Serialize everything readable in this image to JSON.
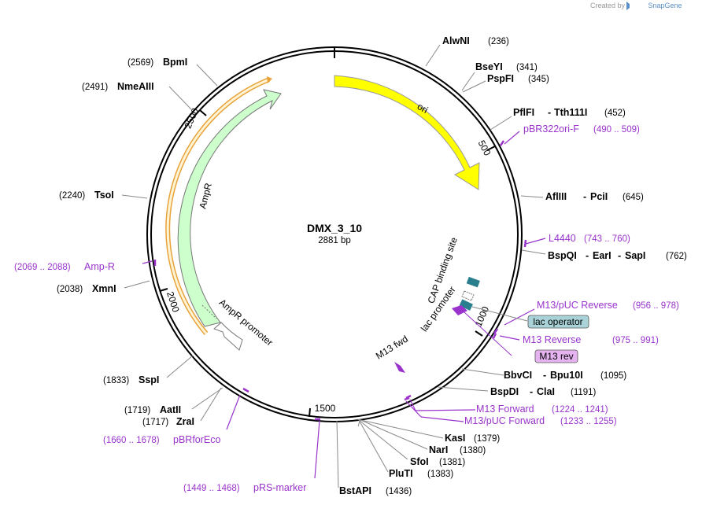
{
  "header": {
    "credit_prefix": "Created by",
    "credit_brand": "SnapGene"
  },
  "plasmid": {
    "name": "DMX_3_10",
    "length_label": "2881 bp"
  },
  "tick_labels": [
    "500",
    "1000",
    "1500",
    "2000",
    "2500"
  ],
  "sites": [
    {
      "name": "AlwNI",
      "pos": "(236)"
    },
    {
      "name": "BseYI",
      "pos": "(341)"
    },
    {
      "name": "PspFI",
      "pos": "(345)"
    },
    {
      "name": "PflFI",
      "name2": "Tth111I",
      "pos": "(452)"
    },
    {
      "name": "AflIII",
      "name2": "PciI",
      "pos": "(645)"
    },
    {
      "name": "BspQI",
      "name2": "EarI",
      "name3": "SapI",
      "pos": "(762)"
    },
    {
      "name": "BbvCI",
      "name2": "Bpu10I",
      "pos": "(1095)"
    },
    {
      "name": "BspDI",
      "name2": "ClaI",
      "pos": "(1191)"
    },
    {
      "name": "KasI",
      "pos": "(1379)"
    },
    {
      "name": "NarI",
      "pos": "(1380)"
    },
    {
      "name": "SfoI",
      "pos": "(1381)"
    },
    {
      "name": "PluTI",
      "pos": "(1383)"
    },
    {
      "name": "BstAPI",
      "pos": "(1436)"
    },
    {
      "name": "ZraI",
      "pos": "(1717)"
    },
    {
      "name": "AatII",
      "pos": "(1719)"
    },
    {
      "name": "SspI",
      "pos": "(1833)"
    },
    {
      "name": "XmnI",
      "pos": "(2038)"
    },
    {
      "name": "TsoI",
      "pos": "(2240)"
    },
    {
      "name": "NmeAIII",
      "pos": "(2491)"
    },
    {
      "name": "BpmI",
      "pos": "(2569)"
    }
  ],
  "primers": [
    {
      "name": "pBR322ori-F",
      "range": "(490 .. 509)"
    },
    {
      "name": "L4440",
      "range": "(743 .. 760)"
    },
    {
      "name": "M13/pUC Reverse",
      "range": "(956 .. 978)"
    },
    {
      "name": "M13 Reverse",
      "range": "(975 .. 991)"
    },
    {
      "name": "M13 Forward",
      "range": "(1224 .. 1241)"
    },
    {
      "name": "M13/pUC Forward",
      "range": "(1233 .. 1255)"
    },
    {
      "name": "pRS-marker",
      "range": "(1449 .. 1468)"
    },
    {
      "name": "pBRforEco",
      "range": "(1660 .. 1678)"
    },
    {
      "name": "Amp-R",
      "range": "(2069 .. 2088)"
    }
  ],
  "boxed_labels": {
    "lac_operator": "lac operator",
    "m13_rev": "M13 rev"
  },
  "features": {
    "ori": "ori",
    "ampr": "AmpR",
    "ampr_promoter": "AmpR promoter",
    "cap_site": "CAP binding site",
    "lac_promoter": "lac promoter",
    "m13_fwd": "M13 fwd"
  },
  "colors": {
    "ori": "#ffff00",
    "ampr": "#ccffcc",
    "ampr_outline": "#e8a23a",
    "primer": "#9933cc",
    "cap": "#2a7f8f",
    "lac_operator_box": "#a9d3d8",
    "m13_rev_box": "#e5b3f0"
  }
}
